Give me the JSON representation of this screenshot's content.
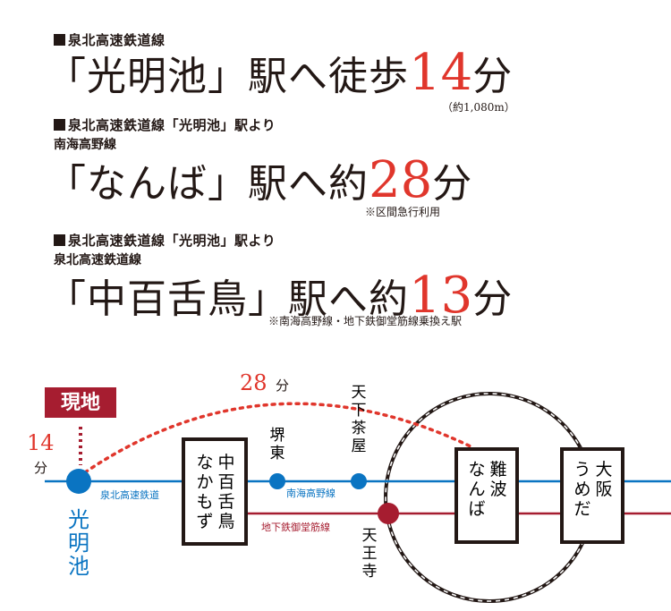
{
  "block1": {
    "line": "泉北高速鉄道線",
    "dest": "「光明池」駅へ徒歩",
    "minutes": "14",
    "unit": "分",
    "note": "（約1,080m）"
  },
  "block2": {
    "line": "泉北高速鉄道線「光明池」駅より",
    "sub": "南海高野線",
    "dest": "「なんば」駅へ約",
    "minutes": "28",
    "unit": "分",
    "note": "※区間急行利用"
  },
  "block3": {
    "line": "泉北高速鉄道線「光明池」駅より",
    "sub": "泉北高速鉄道線",
    "dest": "「中百舌鳥」駅へ約",
    "minutes": "13",
    "unit": "分",
    "note": "※南海高野線・地下鉄御堂筋線乗換え駅"
  },
  "map": {
    "here_label": "現地",
    "walk_minutes": "14",
    "walk_unit": "分",
    "arc_minutes": "28",
    "arc_unit": "分",
    "station_origin": [
      "光",
      "明",
      "池"
    ],
    "line_semboku": "泉北高速鉄道",
    "line_nankai": "南海高野線",
    "line_subway": "地下鉄御堂筋線",
    "nakamozu_col1": [
      "中",
      "百",
      "舌",
      "鳥"
    ],
    "nakamozu_col2": [
      "な",
      "か",
      "も",
      "ず"
    ],
    "sakaihigashi": [
      "堺",
      "東"
    ],
    "tengachaya": [
      "天",
      "下",
      "茶",
      "屋"
    ],
    "tennoji": [
      "天",
      "王",
      "寺"
    ],
    "namba_col1": [
      "難",
      "波"
    ],
    "namba_col2": [
      "な",
      "ん",
      "ば"
    ],
    "umeda_col1": [
      "大",
      "阪"
    ],
    "umeda_col2": [
      "う",
      "め",
      "だ"
    ],
    "colors": {
      "red": "#e0362c",
      "blue": "#0a74c2",
      "crimson": "#a61d30",
      "dark": "#231815"
    }
  }
}
